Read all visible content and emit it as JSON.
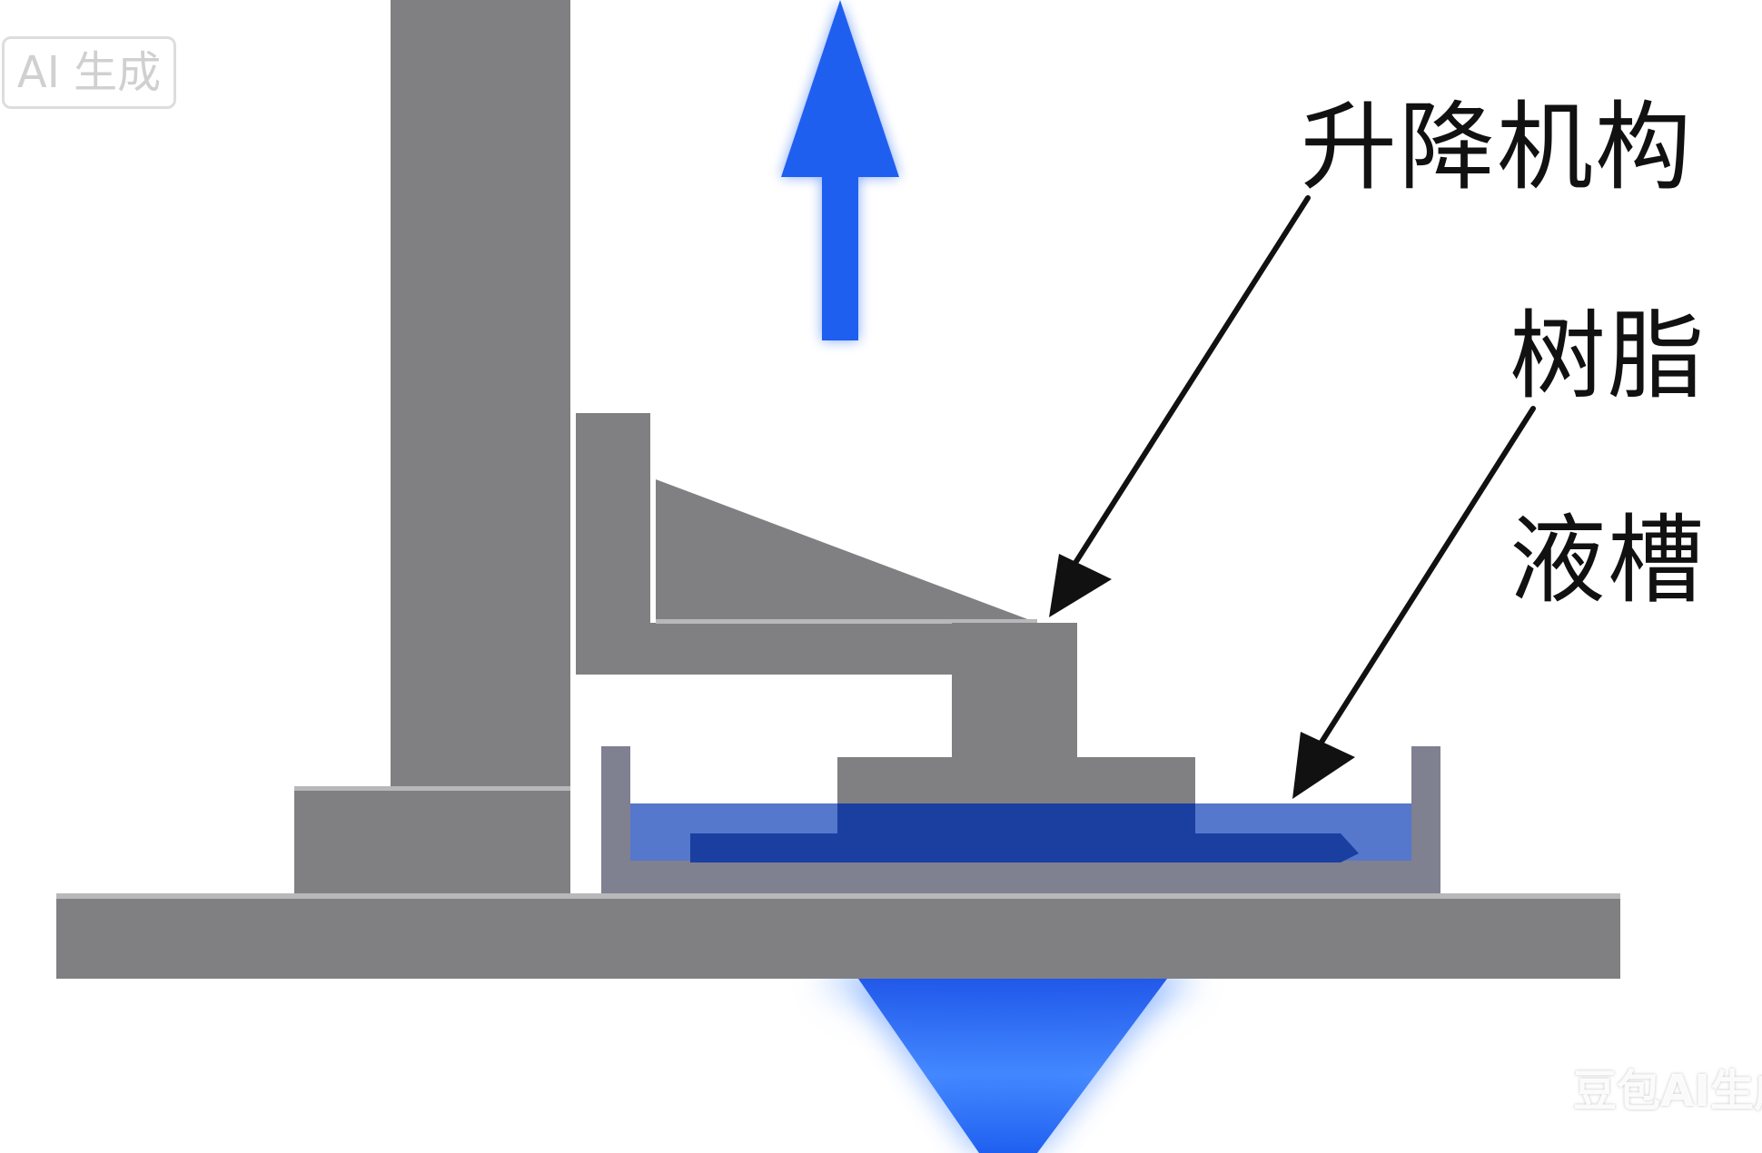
{
  "labels": {
    "lift_mechanism": "升降机构",
    "resin": "树脂",
    "tank": "液槽"
  },
  "watermarks": {
    "top_left": "AI 生成",
    "bottom_right": "豆包AI生成"
  },
  "colors": {
    "frame_gray": "#808083",
    "frame_highlight": "#b8b8bb",
    "resin_blue": "#5577cc",
    "part_blue": "#1a3fa0",
    "arrow_blue": "#1f5ff0",
    "light_blue": "#2f7bff",
    "pointer_black": "#111111"
  },
  "icons": {
    "direction_arrow": "up-arrow-icon",
    "light_source": "light-cone-icon"
  }
}
